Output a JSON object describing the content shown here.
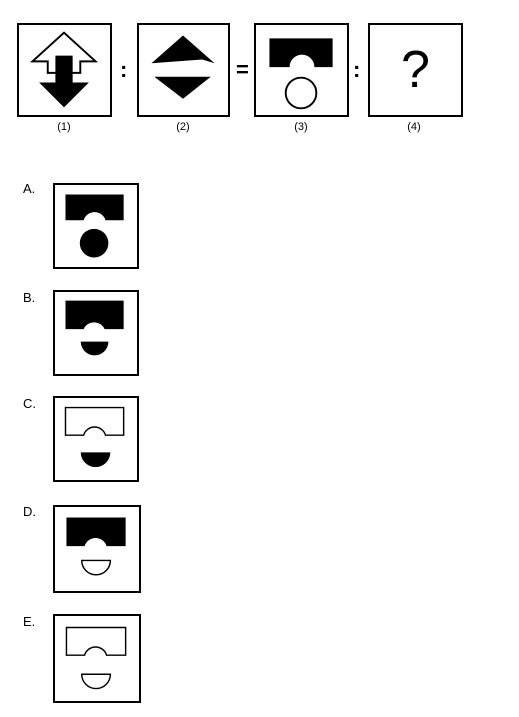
{
  "series": {
    "captions": [
      "(1)",
      "(2)",
      "(3)",
      "(4)"
    ],
    "operators": [
      ":",
      "=",
      ":"
    ],
    "question_mark": "?"
  },
  "options": [
    {
      "label": "A."
    },
    {
      "label": "B."
    },
    {
      "label": "C."
    },
    {
      "label": "D."
    },
    {
      "label": "E."
    }
  ]
}
